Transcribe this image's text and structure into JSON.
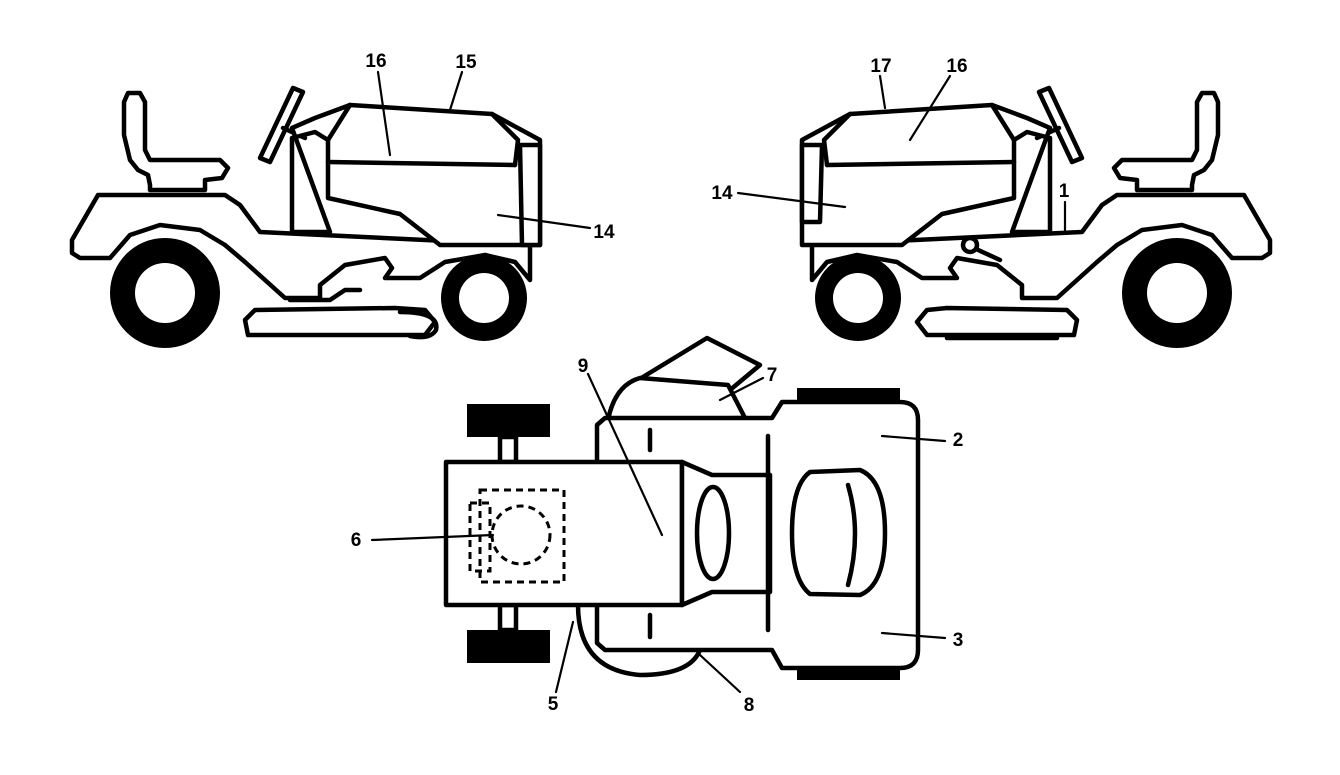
{
  "callouts": {
    "left_16": "16",
    "left_15": "15",
    "left_14": "14",
    "right_17": "17",
    "right_16": "16",
    "right_14": "14",
    "right_1": "1",
    "top_9": "9",
    "top_7": "7",
    "top_2": "2",
    "top_6": "6",
    "top_3": "3",
    "top_5": "5",
    "top_8": "8"
  },
  "colors": {
    "line": "#000000",
    "background": "#ffffff"
  }
}
